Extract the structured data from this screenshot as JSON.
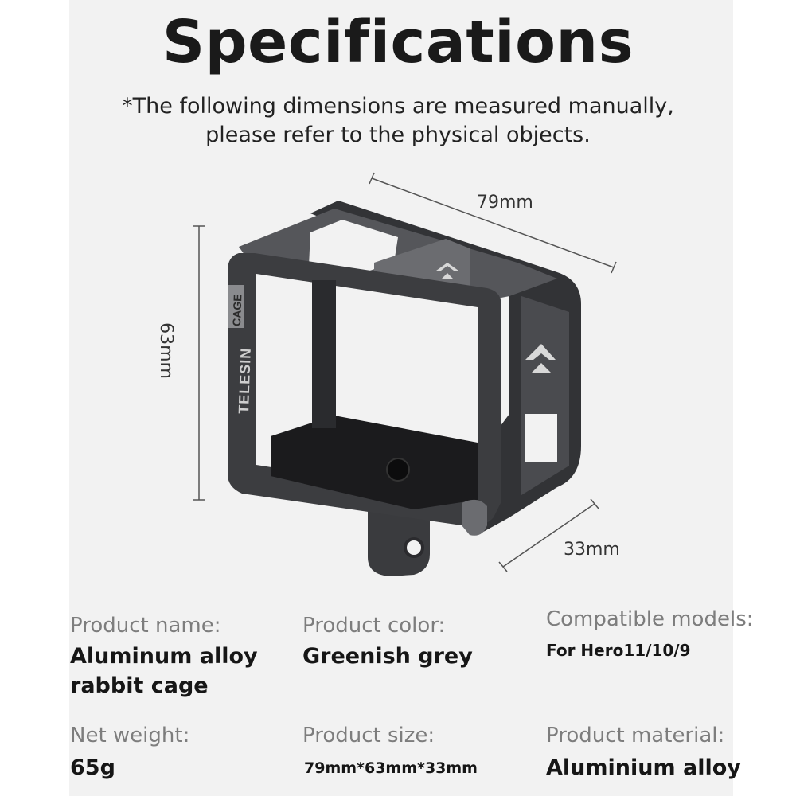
{
  "header": {
    "title": "Specifications",
    "note_line1": "*The following dimensions are measured manually,",
    "note_line2": "please refer to the physical objects."
  },
  "dimensions": {
    "width": "79mm",
    "height": "63mm",
    "depth": "33mm"
  },
  "product": {
    "brand_marking": "TELESIN",
    "marking_tag": "CAGE"
  },
  "specs": [
    {
      "label": "Product name:",
      "value_line1": "Aluminum alloy",
      "value_line2": "rabbit cage"
    },
    {
      "label": "Product color:",
      "value": "Greenish grey"
    },
    {
      "label": "Compatible models:",
      "value": "For Hero11/10/9"
    },
    {
      "label": "Net weight:",
      "value": "65g"
    },
    {
      "label": "Product size:",
      "value": "79mm*63mm*33mm"
    },
    {
      "label": "Product material:",
      "value": "Aluminium alloy"
    }
  ],
  "colors": {
    "panel": "#f2f2f2",
    "cage_metal": "#3c3d40",
    "cage_highlight": "#6b6c70",
    "label_grey": "#7d7d7d",
    "value_black": "#161616"
  }
}
